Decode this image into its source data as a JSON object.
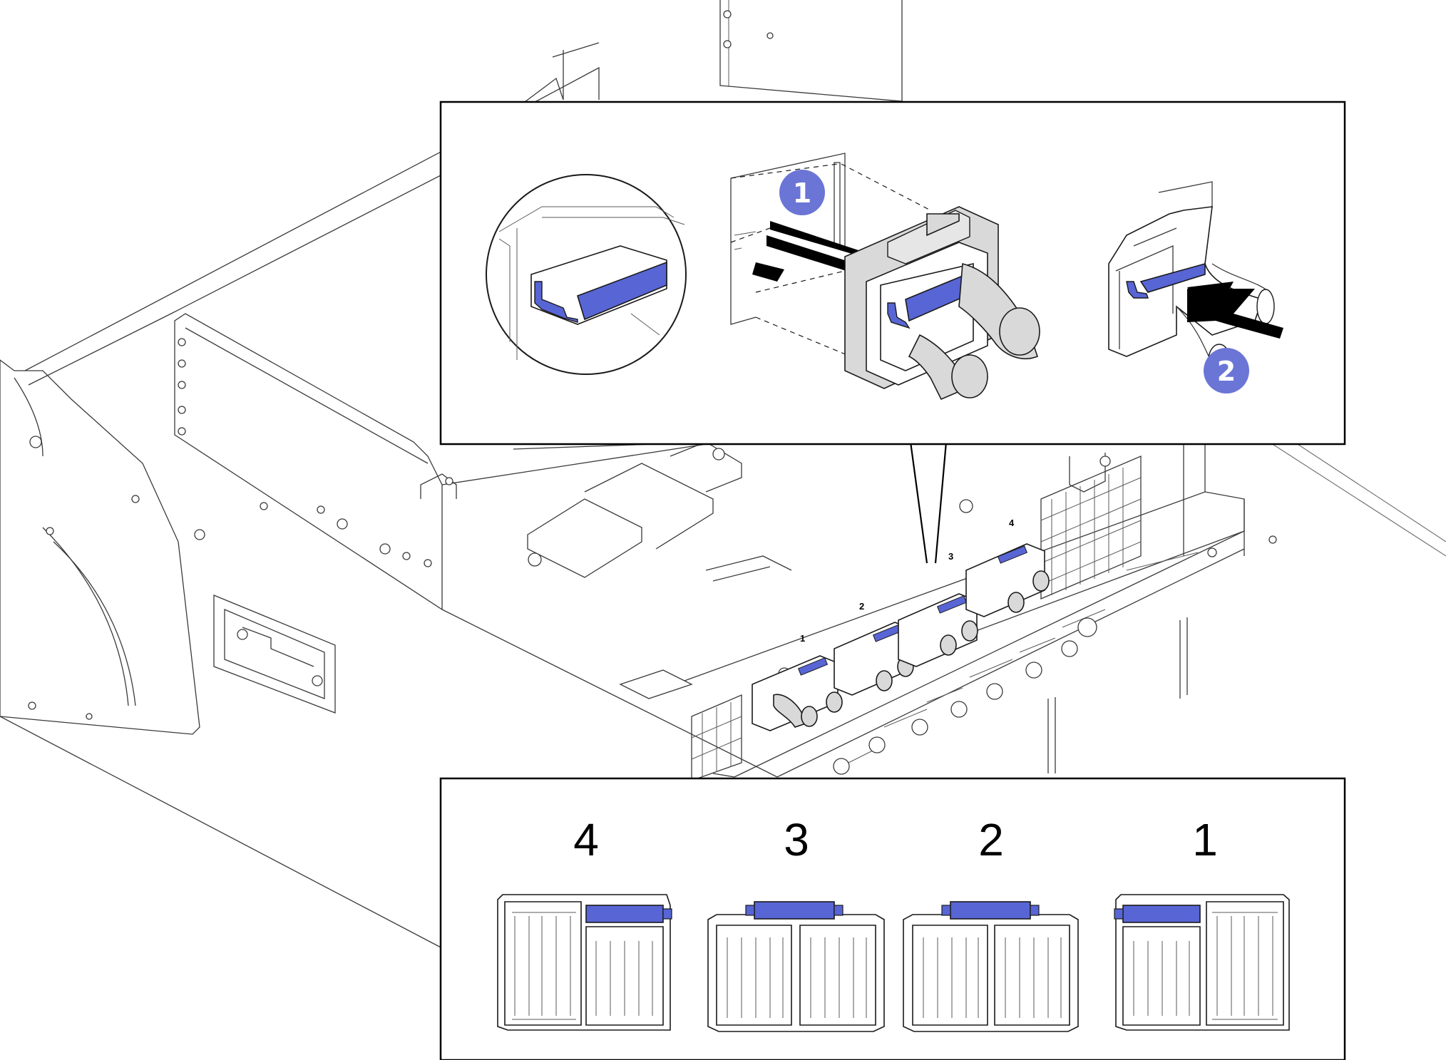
{
  "colors": {
    "latch_blue": "#5865d4",
    "callout_blue": "#6b75d6",
    "part_grey": "#d9d9d9",
    "line": "#1a1a1a"
  },
  "callouts": [
    {
      "label": "1",
      "meaning": "insert"
    },
    {
      "label": "2",
      "meaning": "push"
    }
  ],
  "connector_slots": [
    {
      "label": "1"
    },
    {
      "label": "2"
    },
    {
      "label": "3"
    },
    {
      "label": "4"
    }
  ],
  "legend_labels": [
    "4",
    "3",
    "2",
    "1"
  ],
  "icons": [
    "latch-icon",
    "arrow-icon",
    "connector-icon",
    "magnifier-circle-icon"
  ]
}
